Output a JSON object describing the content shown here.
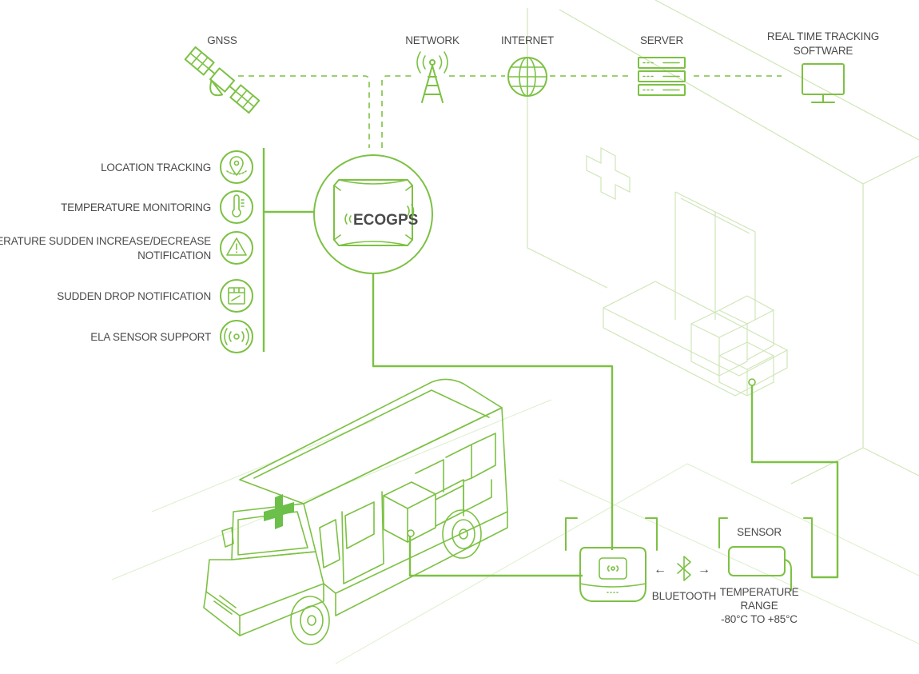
{
  "top_chain": {
    "gnss": "GNSS",
    "network": "NETWORK",
    "internet": "INTERNET",
    "server": "SERVER",
    "software_line1": "REAL TIME TRACKING",
    "software_line2": "SOFTWARE"
  },
  "device": {
    "brand": "ECOGPS"
  },
  "features": [
    {
      "label": "LOCATION TRACKING",
      "icon": "location-pin-icon"
    },
    {
      "label": "TEMPERATURE MONITORING",
      "icon": "thermometer-icon"
    },
    {
      "label_line1": "TEMPERATURE SUDDEN INCREASE/DECREASE",
      "label_line2": "NOTIFICATION",
      "icon": "warning-icon"
    },
    {
      "label": "SUDDEN DROP NOTIFICATION",
      "icon": "drop-box-icon"
    },
    {
      "label": "ELA SENSOR SUPPORT",
      "icon": "signal-waves-icon"
    }
  ],
  "connection": {
    "bluetooth": "BLUETOOTH",
    "left_arrow": "←",
    "right_arrow": "→"
  },
  "sensor": {
    "title": "SENSOR",
    "range_line1": "TEMPERATURE",
    "range_line2": "RANGE",
    "range_line3": "-80°C TO +85°C"
  },
  "colors": {
    "accent": "#7cc143",
    "light": "#cfe6b8",
    "text": "#4a4a4a",
    "cross": "#6cc04a"
  }
}
